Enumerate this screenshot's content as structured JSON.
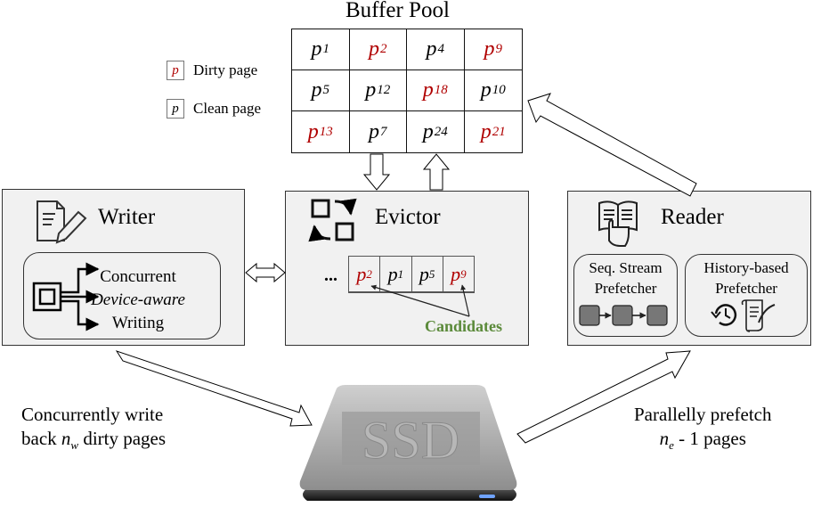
{
  "buffer_pool": {
    "title": "Buffer Pool",
    "cells": [
      {
        "base": "p",
        "sub": "1",
        "state": "clean"
      },
      {
        "base": "p",
        "sub": "2",
        "state": "dirty"
      },
      {
        "base": "p",
        "sub": "4",
        "state": "clean"
      },
      {
        "base": "p",
        "sub": "9",
        "state": "dirty"
      },
      {
        "base": "p",
        "sub": "5",
        "state": "clean"
      },
      {
        "base": "p",
        "sub": "12",
        "state": "clean"
      },
      {
        "base": "p",
        "sub": "18",
        "state": "dirty"
      },
      {
        "base": "p",
        "sub": "10",
        "state": "clean"
      },
      {
        "base": "p",
        "sub": "13",
        "state": "dirty"
      },
      {
        "base": "p",
        "sub": "7",
        "state": "clean"
      },
      {
        "base": "p",
        "sub": "24",
        "state": "clean"
      },
      {
        "base": "p",
        "sub": "21",
        "state": "dirty"
      }
    ]
  },
  "legend": {
    "dirty": {
      "symbol": "p",
      "label": "Dirty page"
    },
    "clean": {
      "symbol": "p",
      "label": "Clean page"
    }
  },
  "writer": {
    "title": "Writer",
    "icon": "document-pencil-icon",
    "inner_lines": [
      "Concurrent",
      "Device-aware",
      "Writing"
    ]
  },
  "evictor": {
    "title": "Evictor",
    "icon": "swap-squares-icon",
    "ellipsis": "...",
    "queue": [
      {
        "base": "p",
        "sub": "2",
        "state": "dirty"
      },
      {
        "base": "p",
        "sub": "1",
        "state": "clean"
      },
      {
        "base": "p",
        "sub": "5",
        "state": "clean"
      },
      {
        "base": "p",
        "sub": "9",
        "state": "dirty"
      }
    ],
    "candidates_label": "Candidates"
  },
  "reader": {
    "title": "Reader",
    "icon": "book-hand-icon",
    "seq_prefetcher": [
      "Seq. Stream",
      "Prefetcher"
    ],
    "history_prefetcher": [
      "History-based",
      "Prefetcher"
    ]
  },
  "ssd": {
    "label": "SSD"
  },
  "captions": {
    "write_line1": "Concurrently write",
    "write_line2_pre": "back ",
    "write_var": "n",
    "write_sub": "w",
    "write_line2_post": " dirty pages",
    "read_line1": "Parallelly prefetch",
    "read_var": "n",
    "read_sub": "e",
    "read_line2_post": " - 1 pages"
  },
  "colors": {
    "dirty": "#b00000",
    "clean": "#000000",
    "candidates": "#5b8a3a",
    "panel_bg": "#f1f1f1"
  }
}
